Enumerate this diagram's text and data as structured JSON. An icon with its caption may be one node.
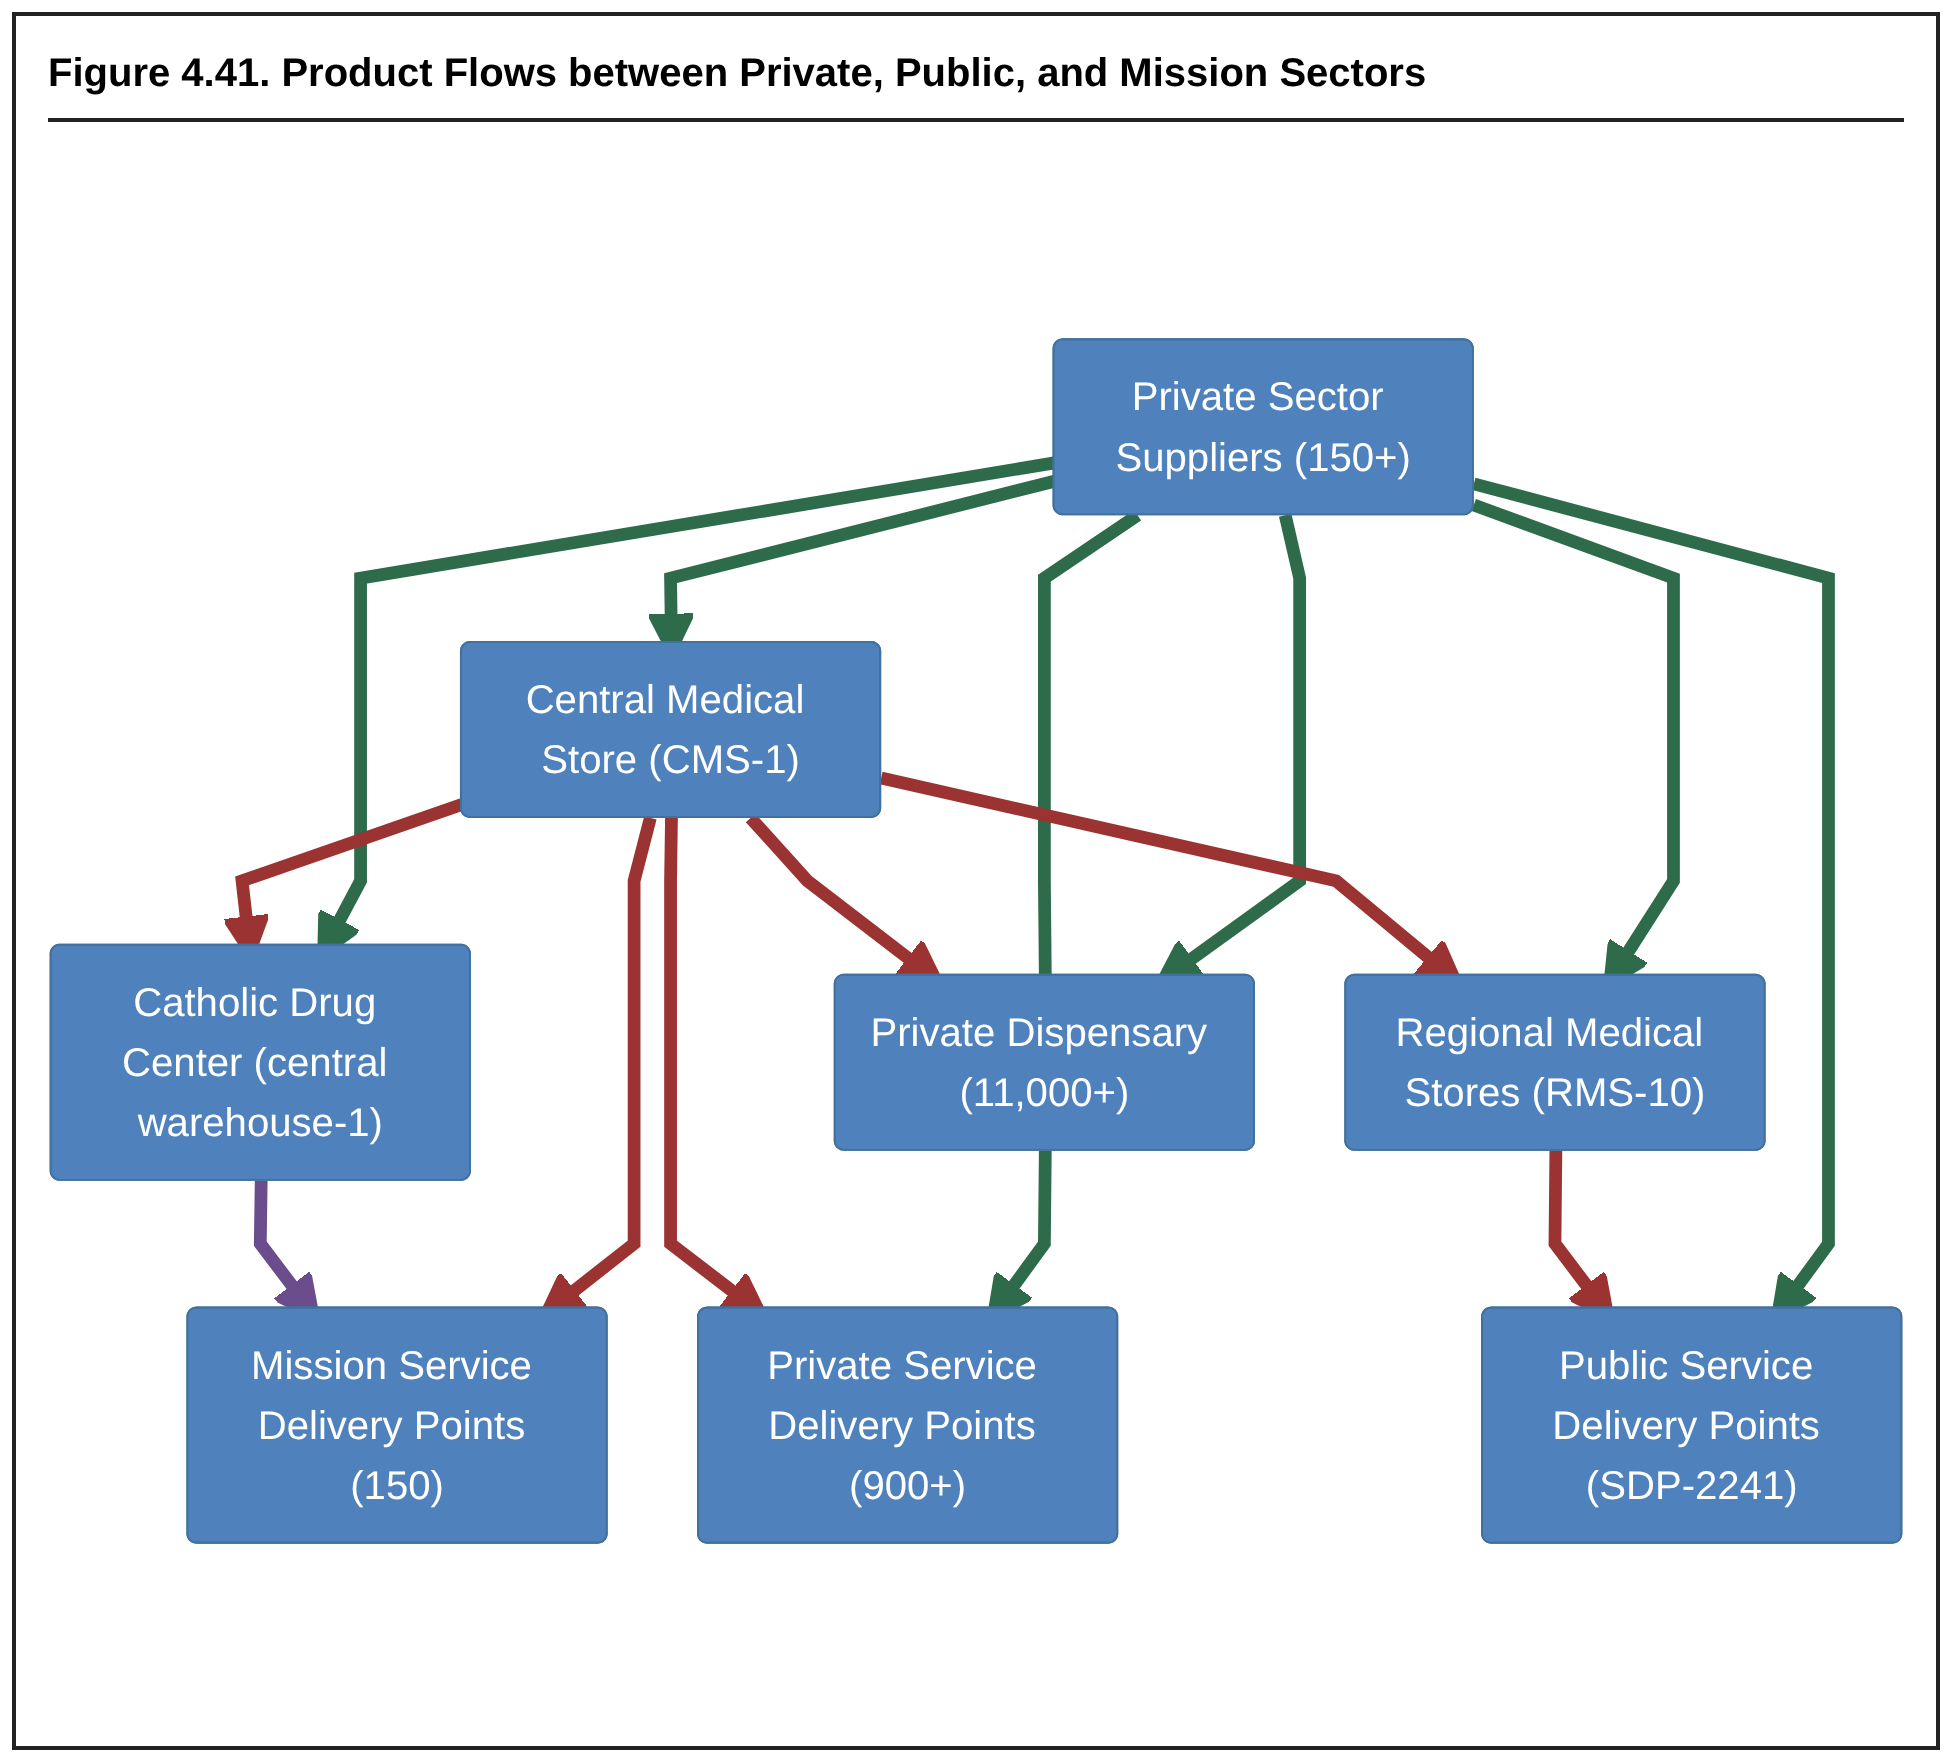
{
  "diagram": {
    "title": "Figure 4.41. Product Flows between Private, Public, and Mission Sectors",
    "nodes": [
      {
        "text": [
          "Private Sector Suppliers (150+)"
        ]
      },
      {
        "text": [
          "Central Medical Store (CMS-1)"
        ]
      },
      {
        "text": [
          "Catholic Drug Center (central warehouse-1)"
        ]
      },
      {
        "text": [
          "Regional Medical Stores (RMS-10)"
        ]
      },
      {
        "text": [
          "Private Dispensary (11,000+)"
        ]
      },
      {
        "text": [
          "Private Service Delivery Points (900+)"
        ]
      },
      {
        "text": [
          "Public Service Delivery Points (SDP-2241)"
        ]
      },
      {
        "text": [
          "Mission Service Delivery Points (150)"
        ]
      }
    ],
    "edges": [
      {
        "from": 0,
        "to": 1,
        "arrow": "to"
      },
      {
        "from": 0,
        "to": 2,
        "arrow": "to"
      },
      {
        "from": 0,
        "to": 3,
        "arrow": "to"
      },
      {
        "from": 0,
        "to": 6,
        "arrow": "to"
      },
      {
        "from": 0,
        "to": 4,
        "arrow": "to"
      },
      {
        "from": 0,
        "to": 4,
        "arrow": "none"
      },
      {
        "from": 4,
        "to": 5,
        "arrow": "to"
      },
      {
        "from": 1,
        "to": 2,
        "arrow": "to",
        "color": "#9b3332"
      },
      {
        "from": 1,
        "to": 3,
        "arrow": "to",
        "color": "#9b3332"
      },
      {
        "from": 1,
        "to": 4,
        "arrow": "to",
        "color": "#9b3332"
      },
      {
        "from": 1,
        "to": 5,
        "arrow": "to",
        "color": "#9b3332"
      },
      {
        "from": 1,
        "to": 7,
        "arrow": "to",
        "color": "#9b3332"
      },
      {
        "from": 3,
        "to": 6,
        "arrow": "to",
        "color": "#9b3332"
      },
      {
        "from": 2,
        "to": 7,
        "arrow": "to",
        "color": "#6b4c8c"
      }
    ]
  }
}
